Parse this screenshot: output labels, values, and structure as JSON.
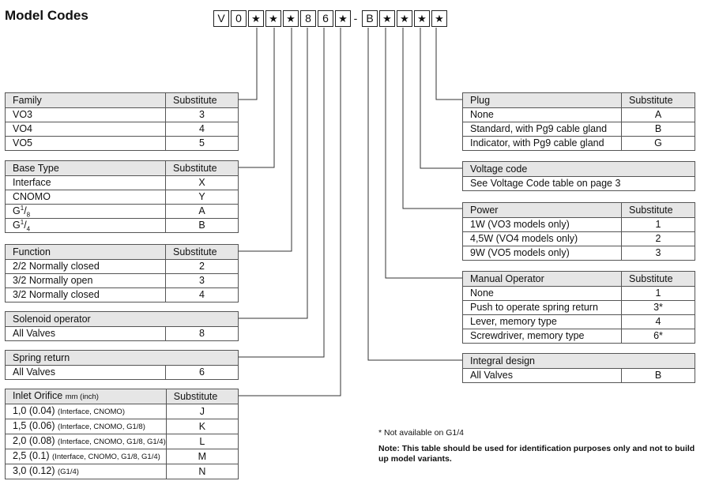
{
  "title": "Model Codes",
  "code_boxes": [
    "V",
    "0",
    "★",
    "★",
    "★",
    "8",
    "6",
    "★",
    "-",
    "B",
    "★",
    "★",
    "★",
    "★"
  ],
  "substitute_header": "Substitute",
  "family": {
    "label": "Family",
    "rows": [
      {
        "name": "VO3",
        "sub": "3"
      },
      {
        "name": "VO4",
        "sub": "4"
      },
      {
        "name": "VO5",
        "sub": "5"
      }
    ]
  },
  "base_type": {
    "label": "Base Type",
    "rows": [
      {
        "name": "Interface",
        "sub": "X"
      },
      {
        "name": "CNOMO",
        "sub": "Y"
      },
      {
        "name": "G",
        "frac": "1/8",
        "sub": "A"
      },
      {
        "name": "G",
        "frac": "1/4",
        "sub": "B"
      }
    ]
  },
  "function": {
    "label": "Function",
    "rows": [
      {
        "name": "2/2 Normally closed",
        "sub": "2"
      },
      {
        "name": "3/2 Normally open",
        "sub": "3"
      },
      {
        "name": "3/2 Normally closed",
        "sub": "4"
      }
    ]
  },
  "solenoid": {
    "label": "Solenoid operator",
    "rows": [
      {
        "name": "All Valves",
        "sub": "8"
      }
    ]
  },
  "spring": {
    "label": "Spring return",
    "rows": [
      {
        "name": "All Valves",
        "sub": "6"
      }
    ]
  },
  "inlet": {
    "label": "Inlet Orifice",
    "units": "mm (inch)",
    "rows": [
      {
        "name": "1,0 (0.04)",
        "note": "(Interface, CNOMO)",
        "sub": "J"
      },
      {
        "name": "1,5 (0.06)",
        "note": "(Interface, CNOMO, G1/8)",
        "sub": "K"
      },
      {
        "name": "2,0 (0.08)",
        "note": "(Interface, CNOMO, G1/8, G1/4)",
        "sub": "L"
      },
      {
        "name": "2,5 (0.1)",
        "note": "(Interface, CNOMO, G1/8, G1/4)",
        "sub": "M"
      },
      {
        "name": "3,0 (0.12)",
        "note": "(G1/4)",
        "sub": "N"
      }
    ]
  },
  "plug": {
    "label": "Plug",
    "rows": [
      {
        "name": "None",
        "sub": "A"
      },
      {
        "name": "Standard, with Pg9 cable gland",
        "sub": "B"
      },
      {
        "name": "Indicator, with Pg9 cable gland",
        "sub": "G"
      }
    ]
  },
  "voltage": {
    "label": "Voltage code",
    "text": "See Voltage Code table on page 3"
  },
  "power": {
    "label": "Power",
    "rows": [
      {
        "name": "1W (VO3 models only)",
        "sub": "1"
      },
      {
        "name": "4,5W (VO4 models only)",
        "sub": "2"
      },
      {
        "name": "9W (VO5 models only)",
        "sub": "3"
      }
    ]
  },
  "manual": {
    "label": "Manual Operator",
    "rows": [
      {
        "name": "None",
        "sub": "1"
      },
      {
        "name": "Push to operate spring return",
        "sub": "3*"
      },
      {
        "name": "Lever, memory type",
        "sub": "4"
      },
      {
        "name": "Screwdriver, memory type",
        "sub": "6*"
      }
    ]
  },
  "integral": {
    "label": "Integral design",
    "rows": [
      {
        "name": "All Valves",
        "sub": "B"
      }
    ]
  },
  "footnote": "* Not available on G1/4",
  "note_label": "Note:",
  "note_text": "This table should be used for identification purposes only and not to build up model variants."
}
